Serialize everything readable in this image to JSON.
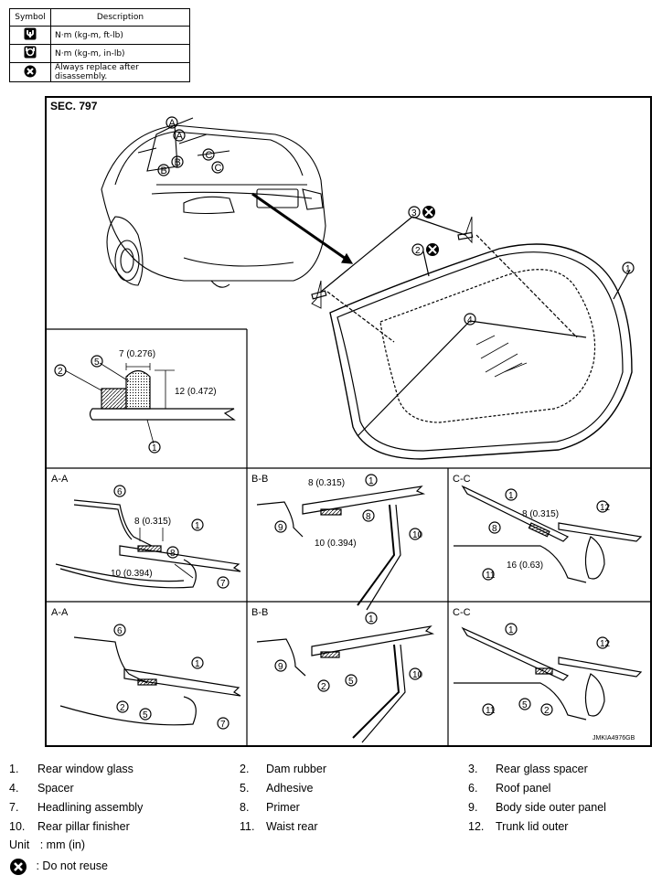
{
  "legend": {
    "header_symbol": "Symbol",
    "header_description": "Description",
    "rows": [
      {
        "icon": "torque-wrench-icon",
        "text": "N·m (kg-m, ft-lb)"
      },
      {
        "icon": "torque-wrench-small-icon",
        "text": "N·m (kg-m, in-lb)"
      },
      {
        "icon": "do-not-reuse-icon",
        "text": "Always replace after disassembly."
      }
    ]
  },
  "diagram": {
    "section": "SEC. 797",
    "code": "JMKIA4976GB",
    "detail_views": [
      "A-A",
      "B-B",
      "C-C",
      "A-A",
      "B-B",
      "C-C"
    ],
    "dims": {
      "adh_width": "7 (0.276)",
      "adh_height": "12 (0.472)",
      "primer_width": "8 (0.315)",
      "primer_a_width": "10 (0.394)",
      "primer_b_width": "10 (0.394)",
      "primer_c_width": "16 (0.63)"
    }
  },
  "parts": [
    {
      "num": "1.",
      "name": "Rear window glass"
    },
    {
      "num": "2.",
      "name": "Dam rubber"
    },
    {
      "num": "3.",
      "name": "Rear glass spacer"
    },
    {
      "num": "4.",
      "name": "Spacer"
    },
    {
      "num": "5.",
      "name": "Adhesive"
    },
    {
      "num": "6.",
      "name": "Roof panel"
    },
    {
      "num": "7.",
      "name": "Headlining assembly"
    },
    {
      "num": "8.",
      "name": "Primer"
    },
    {
      "num": "9.",
      "name": "Body side outer panel"
    },
    {
      "num": "10.",
      "name": "Rear pillar finisher"
    },
    {
      "num": "11.",
      "name": "Waist rear"
    },
    {
      "num": "12.",
      "name": "Trunk lid outer"
    }
  ],
  "unit": {
    "label": "Unit",
    "value": ": mm (in)"
  },
  "do_not_reuse": {
    "icon": "do-not-reuse-icon",
    "text": ": Do not reuse"
  }
}
